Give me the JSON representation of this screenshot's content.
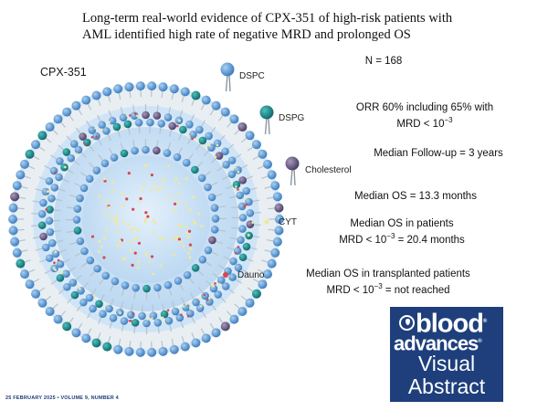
{
  "title": {
    "line1": "Long-term real-world evidence of CPX-351 of high-risk patients with",
    "line2": "AML identified high rate of negative MRD and prolonged OS"
  },
  "diagram_label": "CPX-351",
  "legend": {
    "dspc": "DSPC",
    "dspg": "DSPG",
    "cholesterol": "Cholesterol",
    "cyt": "CYT",
    "dauno": "Dauno"
  },
  "colors": {
    "dspc": "#5b9bd5",
    "dspg": "#1a8a8a",
    "cholesterol": "#6e5f86",
    "cyt": "#f2ee9c",
    "dauno": "#e2434b",
    "liposome_core": "#cfe4f7",
    "badge": "#1e3f7c"
  },
  "stats": {
    "n": "N = 168",
    "orr_line1": "ORR 60% including 65% with",
    "orr_line2_prefix": "MRD < 10",
    "orr_line2_sup": "−3",
    "followup": "Median Follow-up = 3 years",
    "os": "Median OS = 13.3 months",
    "os_mrd_line1": "Median OS in patients",
    "os_mrd_line2_prefix": "MRD < 10",
    "os_mrd_line2_sup": "−3",
    "os_mrd_line2_suffix": " = 20.4 months",
    "os_tx_line1": "Median OS in transplanted patients",
    "os_tx_line2_prefix": "MRD < 10",
    "os_tx_line2_sup": "−3",
    "os_tx_line2_suffix": " = not reached"
  },
  "footer": "25 FEBRUARY 2025 • VOLUME 9, NUMBER 4",
  "badge": {
    "line1": "blood",
    "registered": "®",
    "line2": "advances",
    "line3": "Visual",
    "line4": "Abstract"
  }
}
